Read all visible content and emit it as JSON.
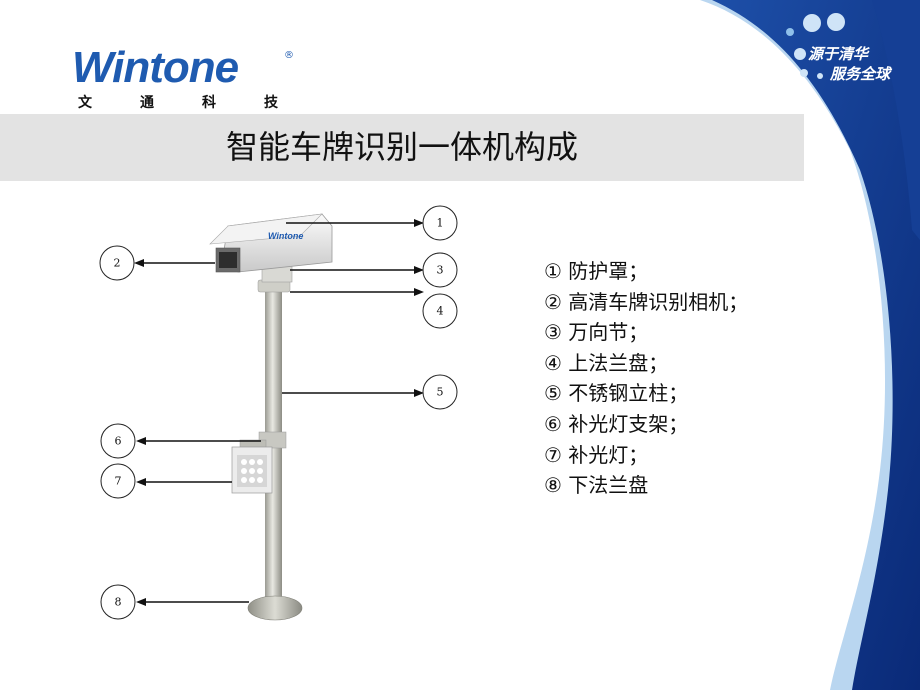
{
  "logo": {
    "word": "Wintone",
    "reg": "®",
    "cn_chars": [
      "文",
      "通",
      "科",
      "技"
    ]
  },
  "slogan": {
    "line1": "源于清华",
    "line2": "服务全球"
  },
  "title": "智能车牌识别一体机构成",
  "colors": {
    "brand_blue": "#1f5bb0",
    "deco_navy": "#0d2f86",
    "deco_light": "#7fb6e6",
    "title_bar": "#e3e3e3"
  },
  "figure": {
    "callouts": [
      "1",
      "2",
      "3",
      "4",
      "5",
      "6",
      "7",
      "8"
    ],
    "camera_brand": "Wintone"
  },
  "legend": {
    "items": [
      "① 防护罩；",
      "② 高清车牌识别相机；",
      "③ 万向节；",
      "④ 上法兰盘；",
      "⑤ 不锈钢立柱；",
      "⑥ 补光灯支架；",
      "⑦ 补光灯；",
      "⑧ 下法兰盘"
    ]
  }
}
